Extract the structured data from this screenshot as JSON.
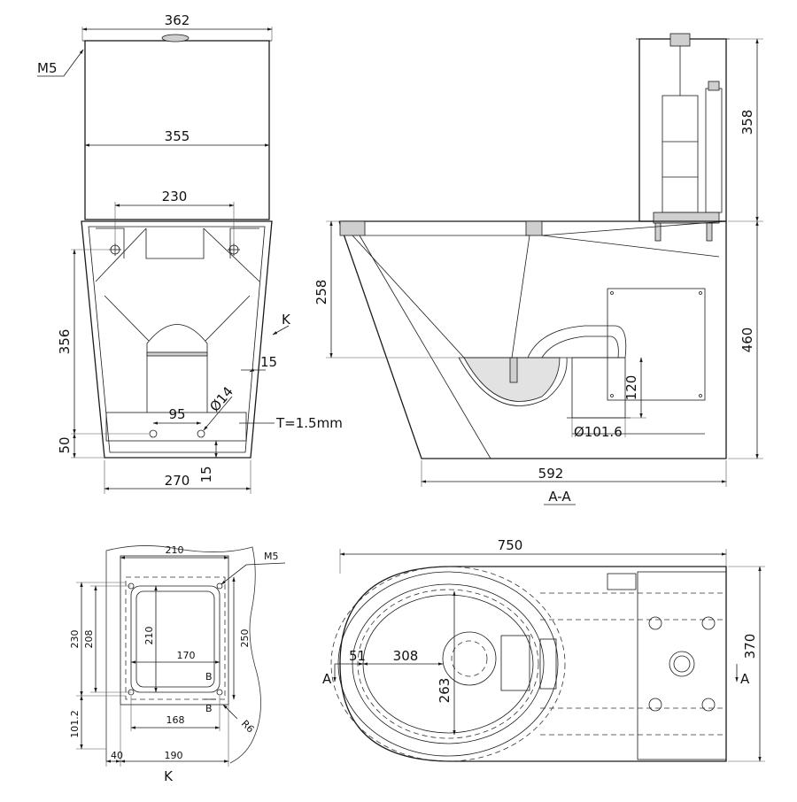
{
  "front_view": {
    "dim_362": "362",
    "dim_355": "355",
    "dim_230": "230",
    "dim_356": "356",
    "dim_50": "50",
    "dim_270": "270",
    "dim_15_side": "15",
    "dim_15_bottom": "15",
    "dim_95": "95",
    "dim_d14": "Ø14",
    "label_m5": "M5",
    "label_k": "K",
    "note_thickness": "T=1.5mm"
  },
  "section_view": {
    "dim_358": "358",
    "dim_460": "460",
    "dim_258": "258",
    "dim_120": "120",
    "dim_d101": "Ø101.6",
    "dim_592": "592",
    "section_label": "A-A"
  },
  "floor_view": {
    "dim_210_top": "210",
    "dim_210_inner": "210",
    "dim_170": "170",
    "dim_168": "168",
    "dim_230": "230",
    "dim_208": "208",
    "dim_250": "250",
    "dim_101_2": "101.2",
    "dim_40": "40",
    "dim_190": "190",
    "label_m5": "M5",
    "label_b_top": "B",
    "label_b_bottom": "B",
    "label_r6": "R6",
    "view_label": "K"
  },
  "top_view": {
    "dim_750": "750",
    "dim_370": "370",
    "dim_51": "51",
    "dim_308": "308",
    "dim_263": "263",
    "label_a_left": "A",
    "label_a_right": "A"
  }
}
